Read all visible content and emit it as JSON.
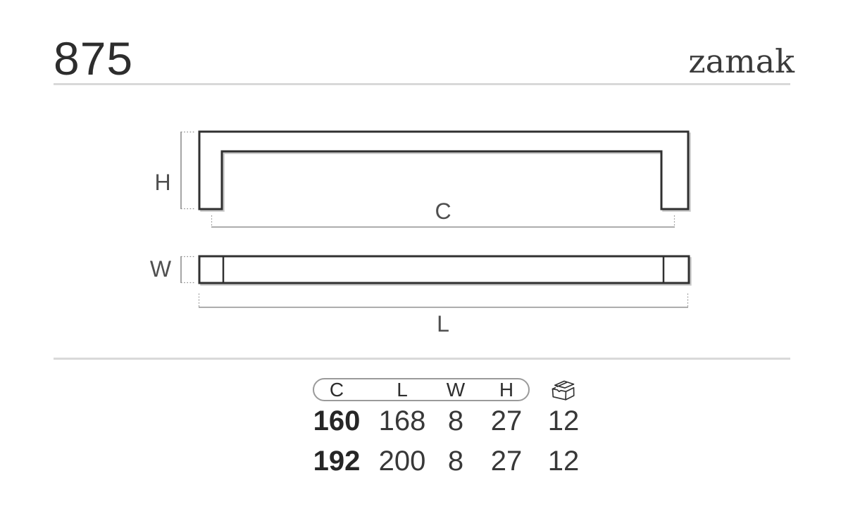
{
  "header": {
    "product_code": "875",
    "material": "zamak"
  },
  "diagram": {
    "labels": {
      "height": "H",
      "center_to_center": "C",
      "width": "W",
      "length": "L"
    }
  },
  "table": {
    "columns": {
      "c": "C",
      "l": "L",
      "w": "W",
      "h": "H"
    },
    "rows": [
      {
        "c": "160",
        "l": "168",
        "w": "8",
        "h": "27",
        "qty": "12"
      },
      {
        "c": "192",
        "l": "200",
        "w": "8",
        "h": "27",
        "qty": "12"
      }
    ]
  },
  "icons": {
    "packaging_box": "open carton box (units per box)"
  },
  "colors": {
    "outline_dark": "#303030",
    "outline_shadow": "#c8c8c8",
    "dimension_gray": "#8f8f8f",
    "label_gray": "#4f4f4f",
    "divider_gray": "#d9d9d9",
    "text_dark": "#2d2d2d"
  }
}
